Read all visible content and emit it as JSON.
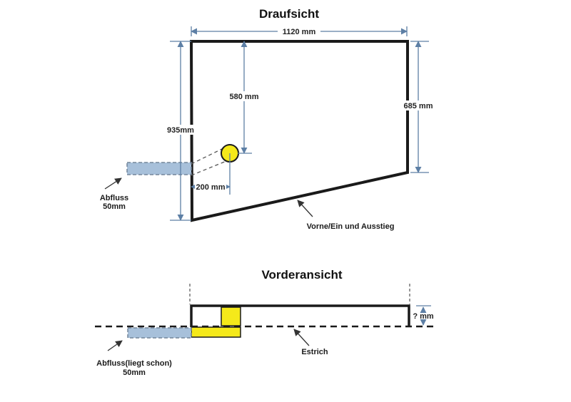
{
  "top_view": {
    "title": "Draufsicht",
    "dimensions": {
      "width_top": "1120 mm",
      "height_right": "685 mm",
      "height_left": "935mm",
      "drain_from_top": "580 mm",
      "drain_from_left": "200 mm"
    },
    "labels": {
      "drain_line1": "Abfluss",
      "drain_line2": "50mm",
      "front_edge": "Vorne/Ein und Ausstieg"
    }
  },
  "front_view": {
    "title": "Vorderansicht",
    "dimensions": {
      "height_unknown": "? mm"
    },
    "labels": {
      "screed": "Estrich",
      "drain_line1": "Abfluss(liegt schon)",
      "drain_line2": "50mm"
    }
  },
  "colors": {
    "outline": "#1a1a1a",
    "dimension_line": "#5d7fa5",
    "drain_pipe_fill": "#a7c0da",
    "drain_pipe_border": "#74859a",
    "highlight_yellow": "#f5e91a",
    "connector_dash": "#555555",
    "background": "#ffffff"
  }
}
